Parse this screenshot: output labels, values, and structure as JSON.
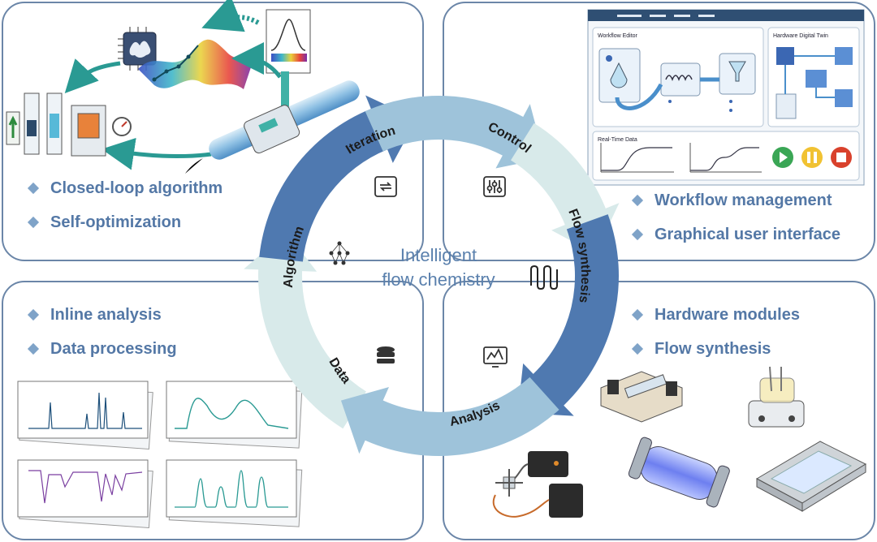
{
  "center": {
    "line1": "Intelligent",
    "line2": "flow chemistry"
  },
  "cycle_labels": {
    "iteration": "Iteration",
    "control": "Control",
    "flow_synthesis": "Flow synthesis",
    "analysis": "Analysis",
    "data": "Data",
    "algorithm": "Algorithm"
  },
  "panels": {
    "top_left": {
      "bullets": [
        "Closed-loop algorithm",
        "Self-optimization"
      ]
    },
    "top_right": {
      "bullets": [
        "Workflow management",
        "Graphical user interface"
      ],
      "gui": {
        "editor_title": "Workflow Editor",
        "twin_title": "Hardware Digital Twin",
        "realtime_title": "Real-Time Data"
      }
    },
    "bottom_left": {
      "bullets": [
        "Inline analysis",
        "Data processing"
      ]
    },
    "bottom_right": {
      "bullets": [
        "Hardware modules",
        "Flow synthesis"
      ]
    }
  },
  "colors": {
    "panel_border": "#6b86a8",
    "bullet_text": "#5478a6",
    "arrow_dark": "#4f79b0",
    "arrow_mid": "#9ec3da",
    "arrow_light": "#d8eaea",
    "center_text": "#5a80ad"
  },
  "icons": [
    "loop-icon",
    "sliders-icon",
    "coil-icon",
    "monitor-icon",
    "database-icon",
    "network-icon"
  ]
}
